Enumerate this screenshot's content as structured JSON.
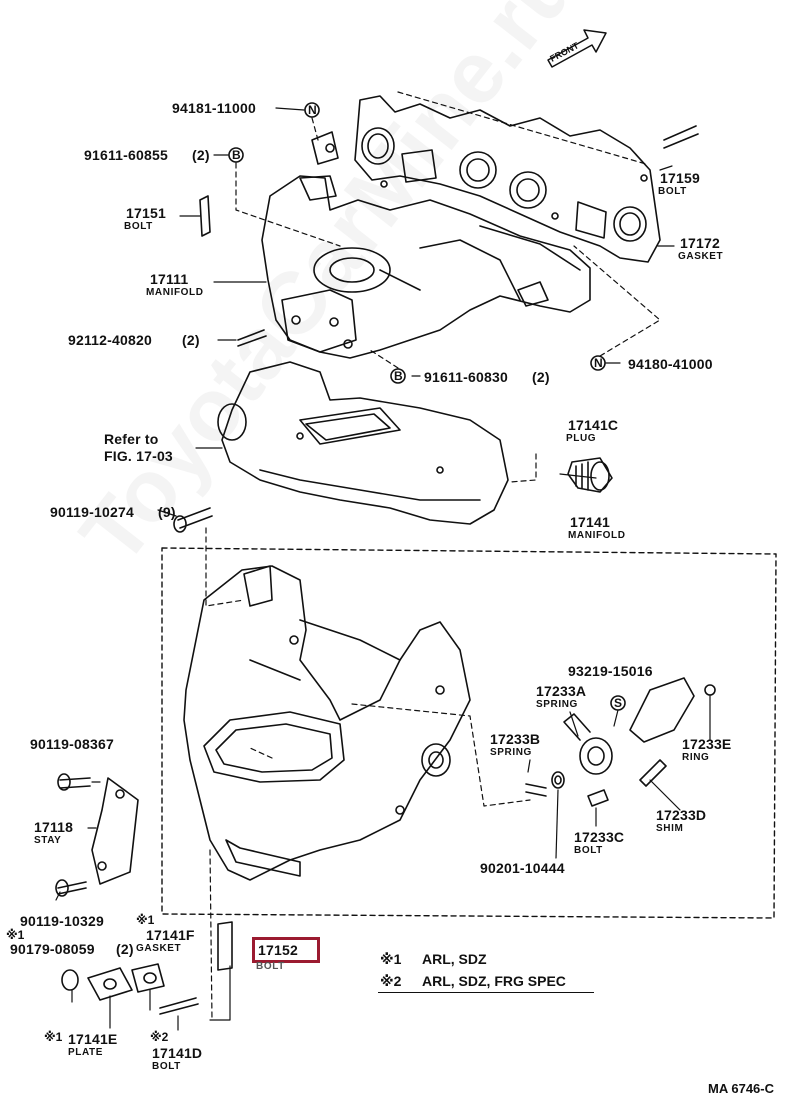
{
  "front_label": "FRONT",
  "watermark": "ToyotaCarMine.ru",
  "parts": {
    "p94181": {
      "number": "94181-11000"
    },
    "p91611a": {
      "number": "91611-60855",
      "qty": "(2)",
      "marker": "B"
    },
    "p17151": {
      "number": "17151",
      "name": "BOLT"
    },
    "p17111": {
      "number": "17111",
      "name": "MANIFOLD"
    },
    "p92112": {
      "number": "92112-40820",
      "qty": "(2)"
    },
    "p91611b": {
      "number": "91611-60830",
      "qty": "(2)",
      "marker": "B"
    },
    "p17159": {
      "number": "17159",
      "name": "BOLT"
    },
    "p17172": {
      "number": "17172",
      "name": "GASKET"
    },
    "p94180": {
      "number": "94180-41000",
      "marker": "N"
    },
    "p94181_marker": "N",
    "refer": {
      "line1": "Refer to",
      "line2": "FIG. 17-03"
    },
    "p17141C": {
      "number": "17141C",
      "name": "PLUG"
    },
    "p90119a": {
      "number": "90119-10274",
      "qty": "(9)"
    },
    "p17141": {
      "number": "17141",
      "name": "MANIFOLD"
    },
    "p93219": {
      "number": "93219-15016",
      "marker": "S"
    },
    "p17233A": {
      "number": "17233A",
      "name": "SPRING"
    },
    "p17233B": {
      "number": "17233B",
      "name": "SPRING"
    },
    "p17233E": {
      "number": "17233E",
      "name": "RING"
    },
    "p90119b": {
      "number": "90119-08367"
    },
    "p17118": {
      "number": "17118",
      "name": "STAY"
    },
    "p17233D": {
      "number": "17233D",
      "name": "SHIM"
    },
    "p17233C": {
      "number": "17233C",
      "name": "BOLT"
    },
    "p90201": {
      "number": "90201-10444"
    },
    "p90119c": {
      "number": "90119-10329"
    },
    "p90179": {
      "number": "90179-08059",
      "qty": "(2)",
      "mark": "※1"
    },
    "p17141F": {
      "number": "17141F",
      "name": "GASKET",
      "mark": "※1"
    },
    "p17152": {
      "number": "17152",
      "name": "BOLT"
    },
    "p17141E": {
      "number": "17141E",
      "name": "PLATE",
      "mark": "※1"
    },
    "p17141D": {
      "number": "17141D",
      "name": "BOLT",
      "mark": "※2"
    }
  },
  "legend": [
    {
      "mark": "※1",
      "text": "ARL, SDZ"
    },
    {
      "mark": "※2",
      "text": "ARL, SDZ, FRG SPEC"
    }
  ],
  "ref_code": "MA 6746-C"
}
